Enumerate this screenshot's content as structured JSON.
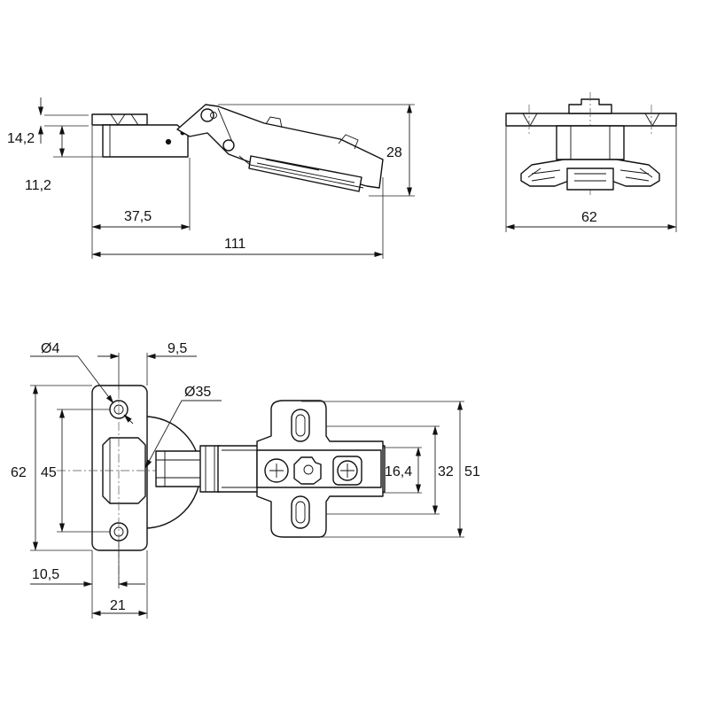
{
  "drawing": {
    "side_view": {
      "dims": {
        "plate_thickness": "14,2",
        "plate_offset": "11,2",
        "plate_width": "37,5",
        "overall_length": "111",
        "cup_height": "28"
      }
    },
    "front_view": {
      "dims": {
        "overall_width": "62"
      }
    },
    "top_view": {
      "dims": {
        "screw_hole_dia": "Ø4",
        "hole_offset": "9,5",
        "cup_dia": "Ø35",
        "cup_side_height": "62",
        "hole_spacing": "45",
        "edge_distance": "10,5",
        "cup_side_width": "21",
        "arm_slot_spacing": "16,4",
        "base_inner_width": "32",
        "base_outer_width": "51"
      }
    }
  }
}
